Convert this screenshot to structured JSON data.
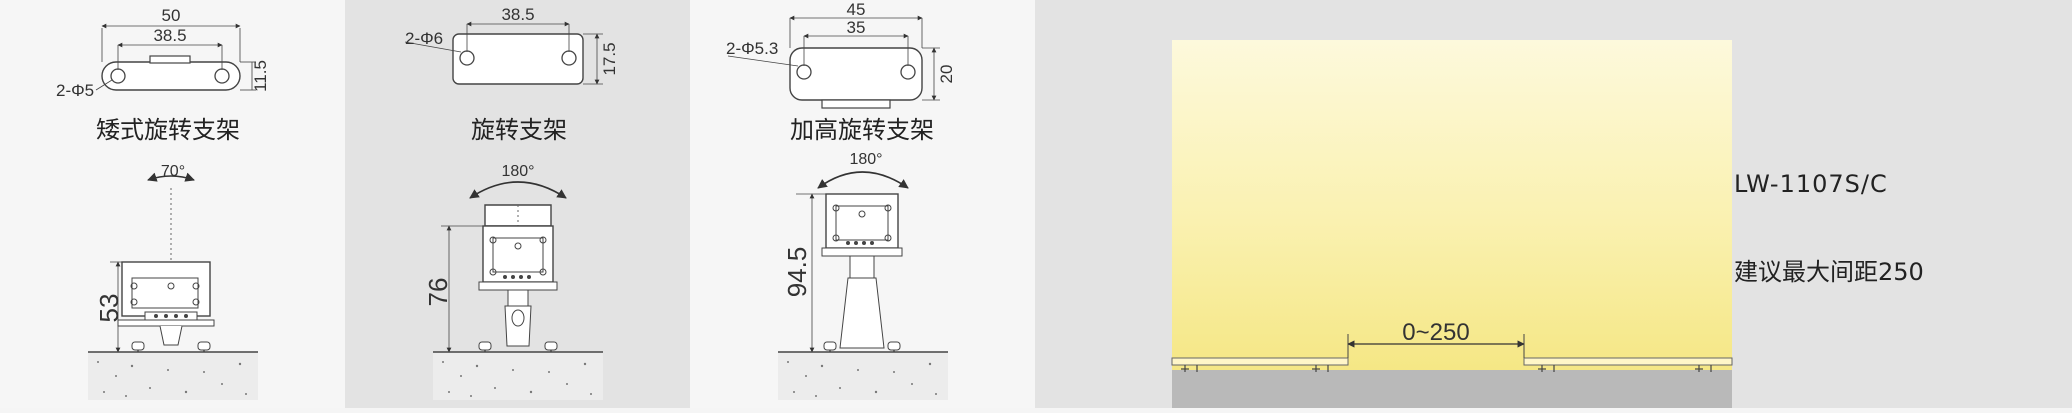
{
  "brackets": [
    {
      "name": "矮式旋转支架",
      "dims": {
        "width_total": "50",
        "hole_spacing": "38.5",
        "height": "11.5",
        "holes": "2-Φ5"
      },
      "angle": "70°",
      "mount_height": "53"
    },
    {
      "name": "旋转支架",
      "dims": {
        "hole_spacing": "38.5",
        "height": "17.5",
        "holes": "2-Φ6"
      },
      "angle": "180°",
      "mount_height": "76"
    },
    {
      "name": "加高旋转支架",
      "dims": {
        "width_total": "45",
        "hole_spacing": "35",
        "height": "20",
        "holes": "2-Φ5.3"
      },
      "angle": "180°",
      "mount_height": "94.5"
    }
  ],
  "product": {
    "model": "LW-1107S/C",
    "spacing_note": "建议最大间距250",
    "gap_label": "0~250"
  },
  "colors": {
    "panel_light": "#f6f6f6",
    "panel_gray": "#e3e3e3",
    "glow_top": "#fdf8d6",
    "glow_bottom": "#f6ea8c",
    "floor": "#b9b9b9",
    "line": "#444444"
  }
}
